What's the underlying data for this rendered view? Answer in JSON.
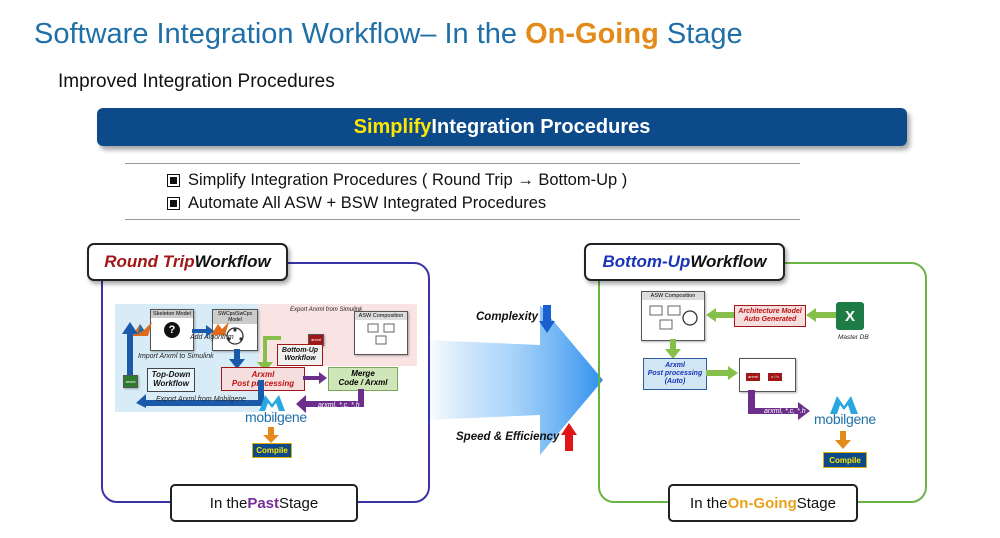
{
  "title": {
    "pre": "Software Integration Workflow– In the ",
    "highlight": "On-Going",
    "post": " Stage"
  },
  "subtitle": "Improved Integration Procedures",
  "banner": {
    "highlight": "Simplify",
    "rest": " Integration Procedures"
  },
  "bullets": [
    "Simplify Integration Procedures ( Round Trip → Bottom-Up )",
    "Automate All ASW + BSW Integrated Procedures"
  ],
  "left_panel": {
    "label_highlight": "Round Trip",
    "label_rest": " Workflow",
    "stage_pre": "In the ",
    "stage_highlight": "Past",
    "stage_post": " Stage",
    "skeleton_model": "Skeleton Model",
    "swc_model": "SWCps/SwCps Model",
    "add_algorithm": "Add Algorithm",
    "import_arxml": "Import Arxml to Simulink",
    "top_down": "Top-Down Workflow",
    "export_arxml_simulink": "Export Arxml from Simulink",
    "asw_composition": "ASW Composition",
    "bottom_up": "Bottom-Up Workflow",
    "arxml_post": "Arxml\nPost processing",
    "merge": "Merge\nCode / Arxml",
    "export_arxml_mobilgene": "Export Arxml from Mobilgene",
    "files_label": "arxml, *.c, *.h",
    "mobilgene": "mobilgene",
    "compile": "Compile",
    "arxml_icon": "arxml"
  },
  "middle": {
    "complexity": "Complexity",
    "speed": "Speed & Efficiency"
  },
  "right_panel": {
    "label_highlight": "Bottom-Up",
    "label_rest": " Workflow",
    "stage_pre": "In the ",
    "stage_highlight": "On-Going",
    "stage_post": " Stage",
    "asw_composition": "ASW Composition",
    "arch_model": "Architecture Model\nAuto Generated",
    "master_db": "Master DB",
    "arxml_post": "Arxml\nPost processing\n(Auto)",
    "files_label": "arxml, *.c, *.h",
    "mobilgene": "mobilgene",
    "compile": "Compile",
    "excel_letter": "X",
    "file_tag": "arxml",
    "file_tag2": "c / h"
  },
  "colors": {
    "title_blue": "#1f6fa8",
    "orange": "#e38b1a",
    "banner_blue": "#0d4a8a",
    "round_trip_red": "#a11717",
    "bottom_up_blue": "#1a33b8",
    "past_purple": "#7a2e97",
    "ongoing_orange": "#e8a21a",
    "left_border": "#3a33a5",
    "right_border": "#68b545"
  }
}
